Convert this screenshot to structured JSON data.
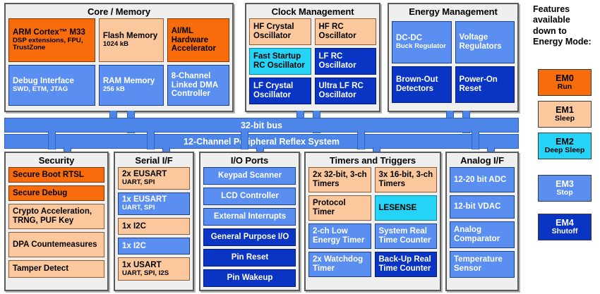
{
  "colors": {
    "em0": "#f96c0b",
    "em1": "#fbc79c",
    "em2": "#24d3f5",
    "em3": "#5a8ef0",
    "em4": "#0a34c4",
    "bus": "#4d86e8",
    "panel_bg": "#efefef"
  },
  "panels": {
    "core": {
      "title": "Core / Memory",
      "blocks": [
        {
          "label": "ARM Cortex™ M33",
          "sub": "DSP extensions, FPU, TrustZone",
          "em": "em0"
        },
        {
          "label": "Flash Memory",
          "sub": "1024 kB",
          "em": "em1"
        },
        {
          "label": "AI/ML Hardware Accelerator",
          "sub": "",
          "em": "em0"
        },
        {
          "label": "Debug Interface",
          "sub": "SWD, ETM, JTAG",
          "em": "em3"
        },
        {
          "label": "RAM Memory",
          "sub": "256 kB",
          "em": "em3"
        },
        {
          "label": "8-Channel Linked DMA Controller",
          "sub": "",
          "em": "em3"
        }
      ]
    },
    "clock": {
      "title": "Clock Management",
      "blocks": [
        {
          "label": "HF Crystal Oscillator",
          "em": "em1"
        },
        {
          "label": "HF RC Oscillator",
          "em": "em1"
        },
        {
          "label": "Fast Startup RC Oscillator",
          "em": "em2"
        },
        {
          "label": "LF RC Oscillator",
          "em": "em4"
        },
        {
          "label": "LF Crystal Oscillator",
          "em": "em4"
        },
        {
          "label": "Ultra LF RC Oscillator",
          "em": "em4"
        }
      ]
    },
    "energy": {
      "title": "Energy Management",
      "blocks": [
        {
          "label": "DC-DC",
          "sub": "Buck Regulator",
          "em": "em3",
          "inline": true
        },
        {
          "label": "Voltage Regulators",
          "em": "em3"
        },
        {
          "label": "Brown-Out Detectors",
          "em": "em4"
        },
        {
          "label": "Power-On Reset",
          "em": "em4"
        }
      ]
    },
    "security": {
      "title": "Security",
      "blocks": [
        {
          "label": "Secure Boot RTSL",
          "em": "em0"
        },
        {
          "label": "Secure Debug",
          "em": "em0"
        },
        {
          "label": "Crypto Acceleration, TRNG, PUF Key",
          "em": "em1"
        },
        {
          "label": "DPA Countemeasures",
          "em": "em1"
        },
        {
          "label": "Tamper Detect",
          "em": "em1"
        }
      ]
    },
    "serial": {
      "title": "Serial I/F",
      "blocks": [
        {
          "label": "2x EUSART",
          "sub": "UART, SPI",
          "em": "em1"
        },
        {
          "label": "1x EUSART",
          "sub": "UART, SPI",
          "em": "em3"
        },
        {
          "label": "1x I2C",
          "sub": "",
          "em": "em1"
        },
        {
          "label": "1x I2C",
          "sub": "",
          "em": "em3"
        },
        {
          "label": "1x USART",
          "sub": "UART, SPI, I2S",
          "em": "em1"
        }
      ]
    },
    "ioports": {
      "title": "I/O Ports",
      "blocks": [
        {
          "label": "Keypad Scanner",
          "em": "em3"
        },
        {
          "label": "LCD Controller",
          "em": "em3"
        },
        {
          "label": "External Interrupts",
          "em": "em3"
        },
        {
          "label": "General Purpose I/O",
          "em": "em4"
        },
        {
          "label": "Pin Reset",
          "em": "em4"
        },
        {
          "label": "Pin Wakeup",
          "em": "em4"
        }
      ]
    },
    "timers": {
      "title": "Timers and Triggers",
      "blocks": [
        {
          "label": "2x 32-bit, 3-ch Timers",
          "em": "em1"
        },
        {
          "label": "3x 16-bit, 3-ch Timers",
          "em": "em1"
        },
        {
          "label": "Protocol Timer",
          "em": "em1"
        },
        {
          "label": "LESENSE",
          "em": "em2"
        },
        {
          "label": "2-ch Low Energy Timer",
          "em": "em3"
        },
        {
          "label": "System Real Time Counter",
          "em": "em3"
        },
        {
          "label": "2x Watchdog Timer",
          "em": "em3"
        },
        {
          "label": "Back-Up Real Time Counter",
          "em": "em4"
        }
      ]
    },
    "analog": {
      "title": "Analog I/F",
      "blocks": [
        {
          "label": "12-20 bit ADC",
          "em": "em3"
        },
        {
          "label": "12-bit VDAC",
          "em": "em3"
        },
        {
          "label": "Analog Comparator",
          "em": "em3"
        },
        {
          "label": "Temperature Sensor",
          "em": "em3"
        }
      ]
    }
  },
  "bus": {
    "top_label": "32-bit bus",
    "bottom_label": "12-Channel Peripheral Reflex System"
  },
  "legend": {
    "title": "Features available down to Energy Mode:",
    "items": [
      {
        "name": "EM0",
        "sub": "Run",
        "em": "em0"
      },
      {
        "name": "EM1",
        "sub": "Sleep",
        "em": "em1"
      },
      {
        "name": "EM2",
        "sub": "Deep Sleep",
        "em": "em2"
      },
      {
        "name": "EM3",
        "sub": "Stop",
        "em": "em3"
      },
      {
        "name": "EM4",
        "sub": "Shutoff",
        "em": "em4"
      }
    ]
  }
}
